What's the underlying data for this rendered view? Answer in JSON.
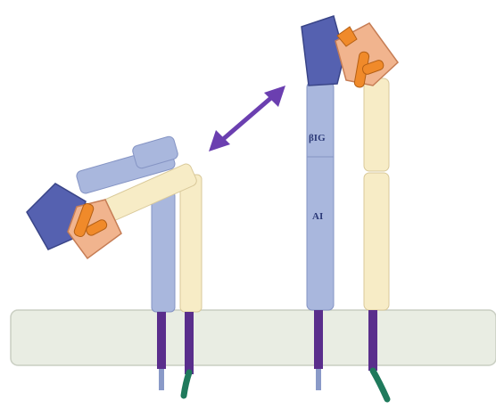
{
  "labels": {
    "domain_upper": "βIG",
    "domain_lower": "AI"
  },
  "colors": {
    "membrane_fill": "#e9ede3",
    "membrane_stroke": "#c9cec2",
    "beta_leg": "#a9b7dd",
    "beta_leg_stroke": "#8594c4",
    "alpha_leg": "#f7ecc6",
    "alpha_leg_stroke": "#d9c99a",
    "head_dark": "#5561b0",
    "head_dark_stroke": "#3a4588",
    "head_peach": "#f1b48e",
    "head_peach_stroke": "#c67d55",
    "head_orange": "#f08a2a",
    "transmembrane": "#5a2e8c",
    "tail_green": "#1f7a5c",
    "arrow": "#6b3fb0"
  },
  "icons": {
    "transition_arrow": "double-headed-arrow"
  }
}
